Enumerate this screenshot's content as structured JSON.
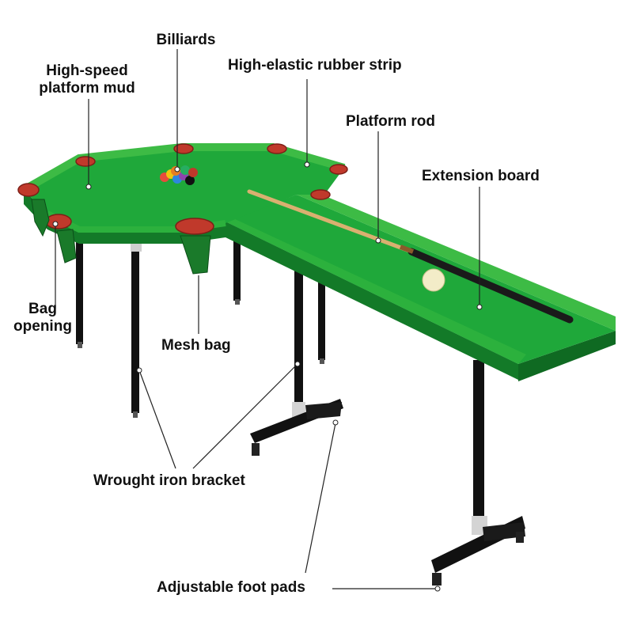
{
  "labels": {
    "billiards": "Billiards",
    "mud_line1": "High-speed",
    "mud_line2": "platform mud",
    "rubber_strip": "High-elastic rubber strip",
    "platform_rod": "Platform rod",
    "extension_board": "Extension board",
    "bag_opening_line1": "Bag",
    "bag_opening_line2": "opening",
    "mesh_bag": "Mesh bag",
    "bracket": "Wrought iron bracket",
    "foot_pads": "Adjustable foot pads"
  },
  "colors": {
    "felt": "#1fa83a",
    "felt_dark": "#137a28",
    "rail": "#3dbb45",
    "pocket": "#c0392b",
    "metal": "#111111",
    "cue_wood": "#d9b070",
    "ball": "#f3ecc8",
    "leader": "#222222"
  }
}
